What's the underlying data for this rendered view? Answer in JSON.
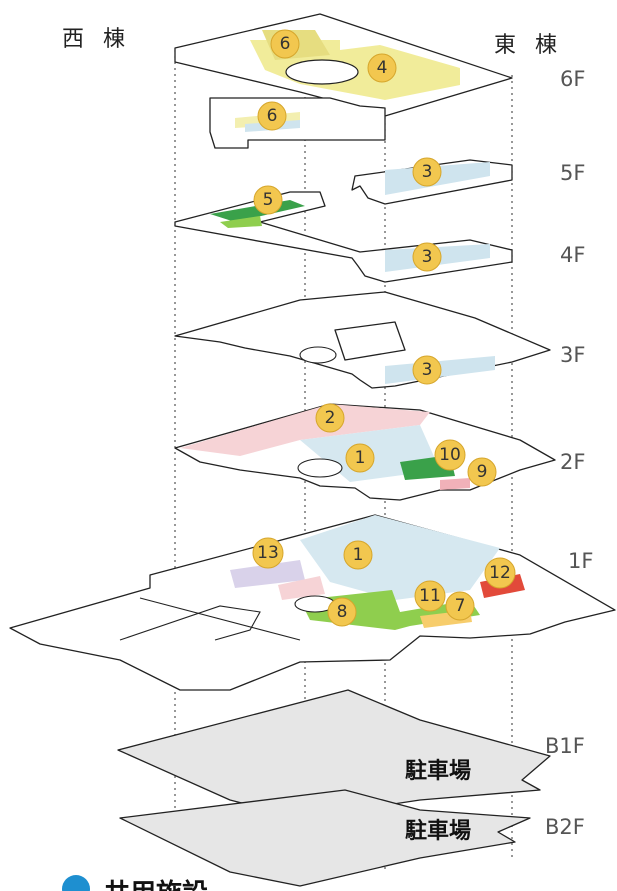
{
  "wings": {
    "west": "西 棟",
    "east": "東 棟"
  },
  "floors": {
    "f6": "6F",
    "f5": "5F",
    "f4": "4F",
    "f3": "3F",
    "f2": "2F",
    "f1": "1F",
    "b1": "B1F",
    "b2": "B2F"
  },
  "parking": {
    "b1": "駐車場",
    "b2": "駐車場"
  },
  "badges": {
    "f6_west": "6",
    "f6_east": "4",
    "f6_lower": "6",
    "f5": "3",
    "f4_west": "5",
    "f4_east": "3",
    "f3": "3",
    "f2_top": "2",
    "f2_center": "1",
    "f2_right_a": "10",
    "f2_right_b": "9",
    "f1_a": "13",
    "f1_b": "1",
    "f1_c": "12",
    "f1_d": "11",
    "f1_e": "7",
    "f1_f": "8"
  },
  "footer": {
    "title": "共用施設"
  },
  "colors": {
    "badge": "#f2c74f",
    "zone_yellow": "#f6f3a8",
    "zone_blue": "#cfe4ee",
    "zone_pink": "#f6d3d6",
    "zone_green": "#8fce4e",
    "zone_darkgreen": "#3aa14a",
    "zone_purple": "#d9d2ea",
    "zone_red": "#e24a3a",
    "zone_orange": "#f7cd6c",
    "parking_gray": "#e6e6e6",
    "footer_dot": "#1e8fd0"
  }
}
